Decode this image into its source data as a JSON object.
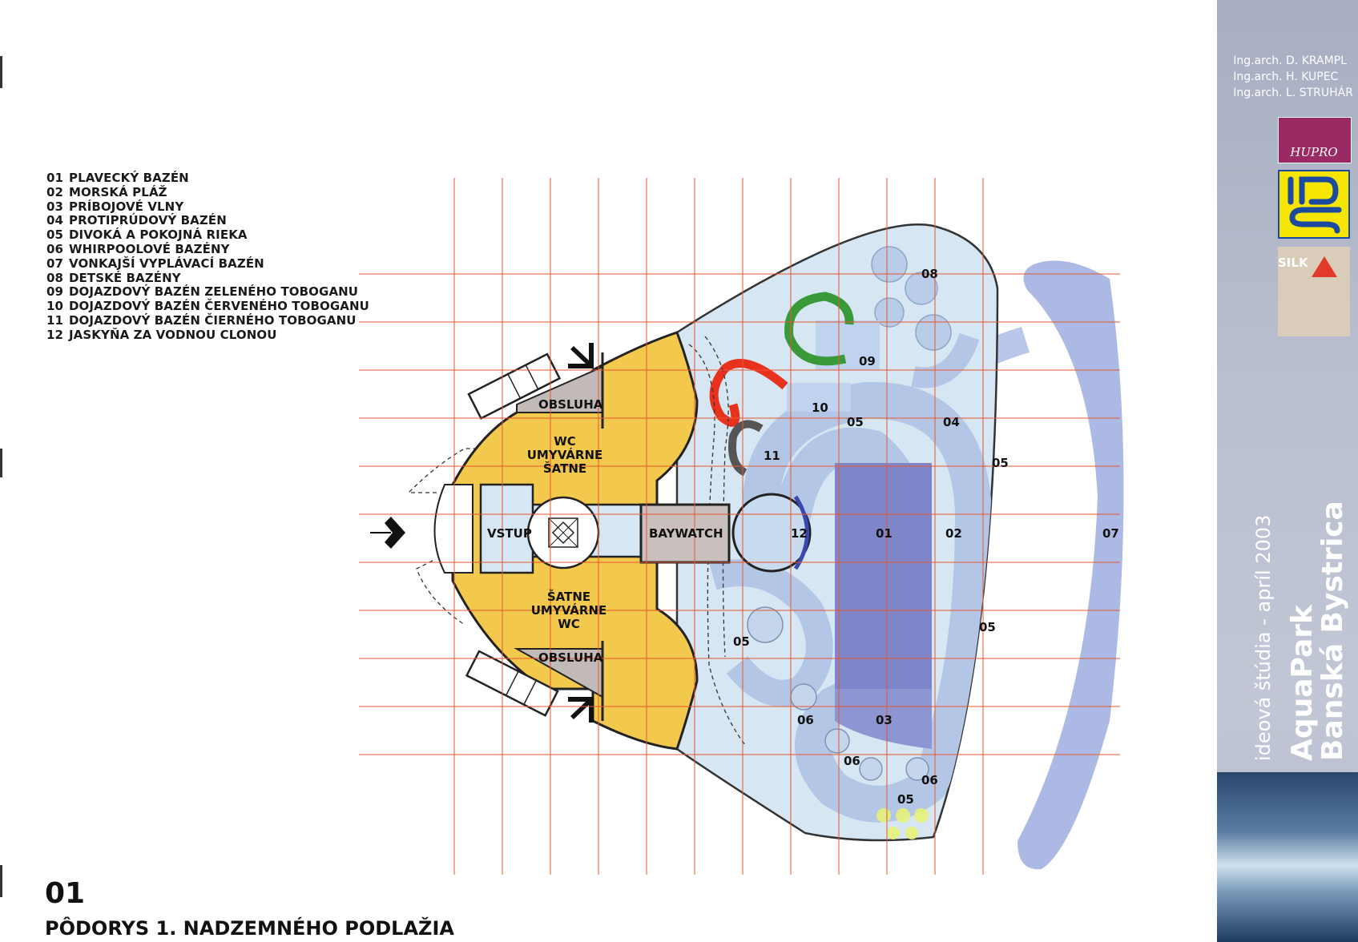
{
  "legend": [
    {
      "num": "01",
      "text": "PLAVECKÝ BAZÉN"
    },
    {
      "num": "02",
      "text": "MORSKÁ PLÁŽ"
    },
    {
      "num": "03",
      "text": "PRÍBOJOVÉ VLNY"
    },
    {
      "num": "04",
      "text": "PROTIPRÚDOVÝ BAZÉN"
    },
    {
      "num": "05",
      "text": "DIVOKÁ A POKOJNÁ RIEKA"
    },
    {
      "num": "06",
      "text": "WHIRPOOLOVÉ BAZÉNY"
    },
    {
      "num": "07",
      "text": "VONKAJŠÍ VYPLÁVACÍ BAZÉN"
    },
    {
      "num": "08",
      "text": "DETSKÉ BAZÉNY"
    },
    {
      "num": "09",
      "text": "DOJAZDOVÝ BAZÉN ZELENÉHO TOBOGANU"
    },
    {
      "num": "10",
      "text": "DOJAZDOVÝ BAZÉN ČERVENÉHO TOBOGANU"
    },
    {
      "num": "11",
      "text": "DOJAZDOVÝ BAZÉN ČIERNÉHO TOBOGANU"
    },
    {
      "num": "12",
      "text": "JASKYŇA ZA VODNOU CLONOU"
    }
  ],
  "plan": {
    "zones": {
      "obsluha_top": "OBSLUHA",
      "obsluha_bottom": "OBSLUHA",
      "vstup": "VSTUP",
      "baywatch": "BAYWATCH",
      "top_block": [
        "WC",
        "UMYVÁRNE",
        "ŠATNE"
      ],
      "bottom_block": [
        "ŠATNE",
        "UMYVÁRNE",
        "WC"
      ]
    },
    "pool_labels": {
      "n01": "01",
      "n02": "02",
      "n03": "03",
      "n04": "04",
      "n05a": "05",
      "n05b": "05",
      "n05c": "05",
      "n05d": "05",
      "n05e": "05",
      "n06a": "06",
      "n06b": "06",
      "n06c": "06",
      "n07": "07",
      "n08": "08",
      "n09": "09",
      "n10": "10",
      "n11": "11",
      "n12": "12"
    },
    "colors": {
      "grid": "#e8552f",
      "building_yellow": "#f2c94c",
      "water_light": "#d4e6f2",
      "pool_blue": "#7f85c9",
      "outdoor_pool": "#9aa9df",
      "slide_green": "#3a9a3a",
      "slide_red": "#e8321e",
      "slide_black": "#555555"
    }
  },
  "title": {
    "number": "01",
    "text": "PÔDORYS 1. NADZEMNÉHO PODLAŽIA"
  },
  "sidebar": {
    "architects": [
      "Ing.arch. D. KRAMPL",
      "Ing.arch. H. KUPEC",
      "Ing.arch. L. STRUHÁR"
    ],
    "logos": {
      "hupro": "HUPRO",
      "silk": "SILK",
      "ips_icon": "ips-logo-icon"
    },
    "study": "ideová štúdia - apríl 2003",
    "project_line1": "AquaPark",
    "project_line2": "Banská Bystrica"
  }
}
